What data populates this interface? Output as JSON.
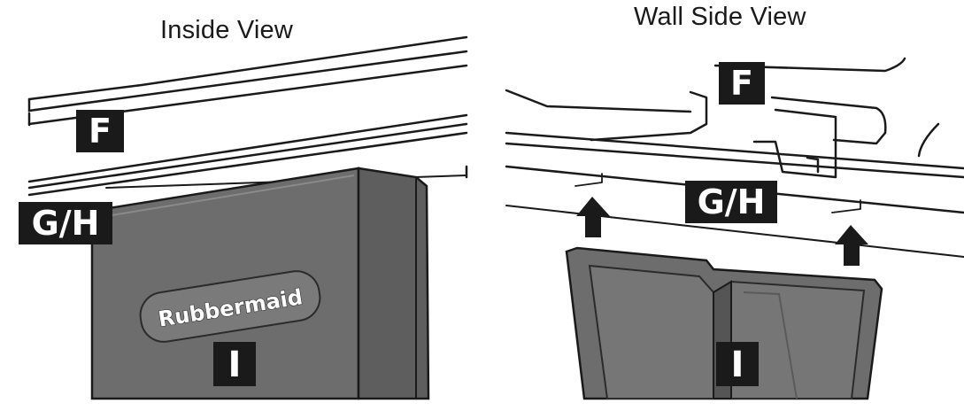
{
  "views": {
    "left_title": "Inside View",
    "right_title": "Wall Side View"
  },
  "labels": {
    "f": "F",
    "gh": "G/H",
    "i": "I"
  },
  "logo": "Rubbermaid",
  "colors": {
    "line": "#1a1a1a",
    "panel": "#6d6d6d",
    "panel_dark": "#555555",
    "label_bg": "#1a1a1a",
    "label_text": "#ffffff"
  }
}
